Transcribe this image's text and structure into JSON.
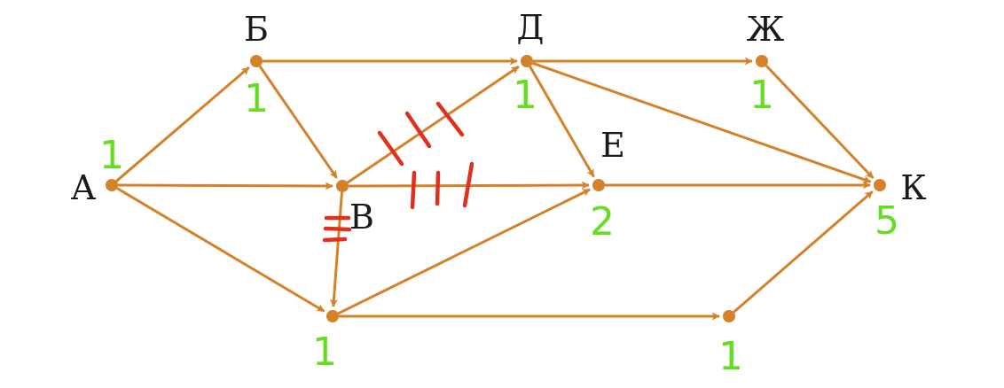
{
  "colors": {
    "edge": "#d4822a",
    "node": "#d4822a",
    "label": "#1a1a1a",
    "count": "#66dd22",
    "cut_mark": "#e0301e"
  },
  "nodes": [
    {
      "id": "A",
      "label": "А",
      "count": "1"
    },
    {
      "id": "B",
      "label": "Б",
      "count": "1"
    },
    {
      "id": "V",
      "label": "В",
      "count": ""
    },
    {
      "id": "G",
      "label": "",
      "count": "1"
    },
    {
      "id": "D",
      "label": "Д",
      "count": "1"
    },
    {
      "id": "E",
      "label": "Е",
      "count": "2"
    },
    {
      "id": "Zh",
      "label": "Ж",
      "count": "1"
    },
    {
      "id": "H",
      "label": "",
      "count": "1"
    },
    {
      "id": "K",
      "label": "К",
      "count": "5"
    }
  ],
  "edges": [
    {
      "from": "A",
      "to": "B",
      "crossed_out": false
    },
    {
      "from": "A",
      "to": "V",
      "crossed_out": false
    },
    {
      "from": "A",
      "to": "G",
      "crossed_out": false
    },
    {
      "from": "B",
      "to": "D",
      "crossed_out": false
    },
    {
      "from": "B",
      "to": "V",
      "crossed_out": false
    },
    {
      "from": "V",
      "to": "D",
      "crossed_out": true
    },
    {
      "from": "V",
      "to": "E",
      "crossed_out": true
    },
    {
      "from": "V",
      "to": "G",
      "crossed_out": true
    },
    {
      "from": "D",
      "to": "Zh",
      "crossed_out": false
    },
    {
      "from": "D",
      "to": "E",
      "crossed_out": false
    },
    {
      "from": "D",
      "to": "K",
      "crossed_out": false
    },
    {
      "from": "G",
      "to": "E",
      "crossed_out": false
    },
    {
      "from": "G",
      "to": "H",
      "crossed_out": false
    },
    {
      "from": "E",
      "to": "K",
      "crossed_out": false
    },
    {
      "from": "Zh",
      "to": "K",
      "crossed_out": false
    },
    {
      "from": "H",
      "to": "K",
      "crossed_out": false
    }
  ]
}
